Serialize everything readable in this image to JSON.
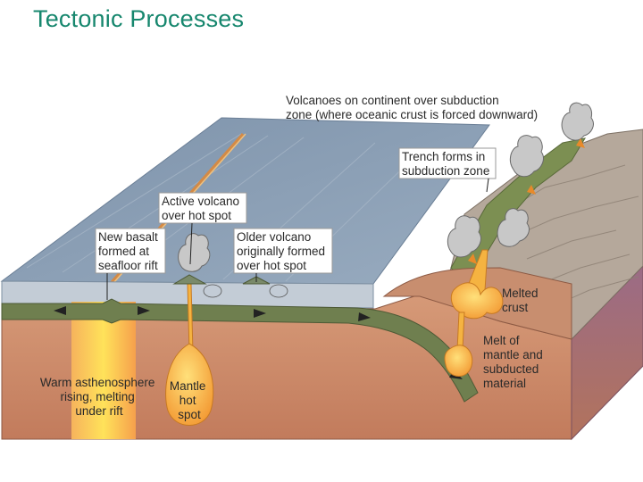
{
  "title": "Tectonic Processes",
  "labels": {
    "volcanoes_continent": [
      "Volcanoes on continent over subduction",
      "zone (where oceanic crust is forced downward)"
    ],
    "trench": [
      "Trench forms in",
      "subduction zone"
    ],
    "active_volcano": [
      "Active volcano",
      "over hot spot"
    ],
    "new_basalt": [
      "New basalt",
      "formed at",
      "seafloor rift"
    ],
    "older_volcano": [
      "Older volcano",
      "originally formed",
      "over hot spot"
    ],
    "melted_crust": [
      "Melted",
      "crust"
    ],
    "melt_mantle": [
      "Melt of",
      "mantle and",
      "subducted",
      "material"
    ],
    "warm_asthenosphere": [
      "Warm asthenosphere",
      "rising, melting",
      "under rift"
    ],
    "mantle_hot_spot": [
      "Mantle",
      "hot",
      "spot"
    ]
  },
  "colors": {
    "title": "#17876e",
    "ocean_top": "#8a9fb5",
    "ocean_front": "#b6c3d0",
    "mantle": "#c98a6c",
    "plate": "#6f7f4f",
    "magma": "#f5b341",
    "continent": "#a99a8c"
  }
}
